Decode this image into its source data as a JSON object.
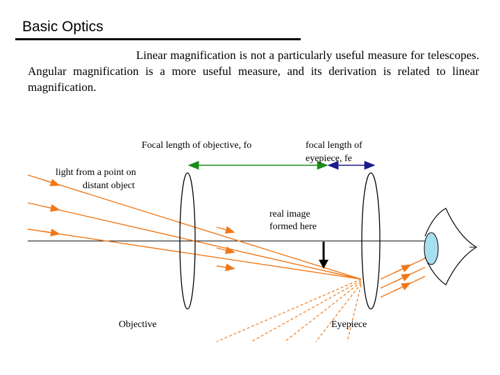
{
  "title": "Basic Optics",
  "intro": "Linear magnification is not a particularly useful measure for telescopes.  Angular magnification is a more useful measure, and its derivation is related to linear magnification.",
  "diagram": {
    "objective_focal_label": "Focal length of objective, fo",
    "eyepiece_focal_label_line1": "focal length of",
    "eyepiece_focal_label_line2": "eyepiece, fe",
    "light_label_line1": "light from a point on",
    "light_label_line2": "distant object",
    "image_label_line1": "real image",
    "image_label_line2": "formed here",
    "objective_label": "Objective",
    "eyepiece_label": "Eyepiece",
    "colors": {
      "ray": "#f07818",
      "objective_focal_arrow": "#1a8c1a",
      "eyepiece_focal_arrow": "#1a1a8c",
      "eye_lens": "#a8dff0",
      "lens_outline": "#000000"
    }
  }
}
